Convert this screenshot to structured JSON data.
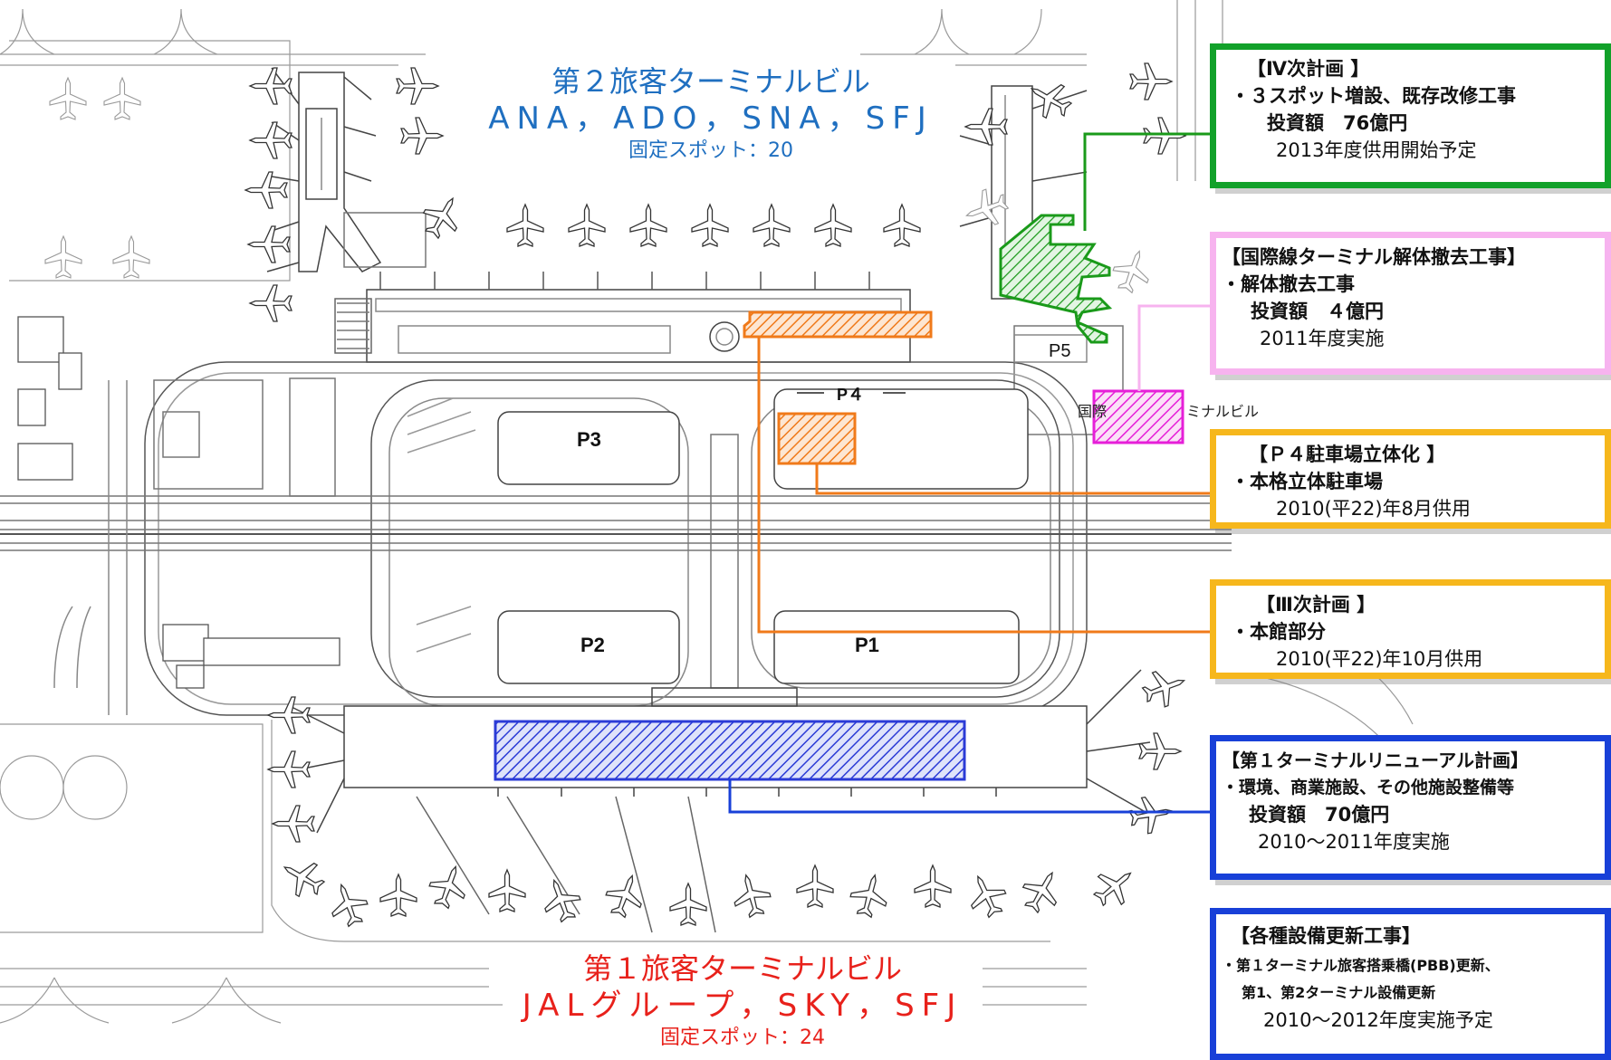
{
  "terminal2": {
    "name": "第２旅客ターミナルビル",
    "airlines": "ANA，ADO，SNA，SFJ",
    "spots": "固定スポット：20",
    "color": "#1f6fc0"
  },
  "terminal1": {
    "name": "第１旅客ターミナルビル",
    "airlines": "JALグループ，SKY，SFJ",
    "spots": "固定スポット：24",
    "color": "#e8211b"
  },
  "parking_labels": {
    "p1": "P1",
    "p2": "P2",
    "p3": "P3",
    "p4": "P４",
    "p5": "P5"
  },
  "map_labels": {
    "intl_left": "国際",
    "intl_right": "ミナルビル"
  },
  "callouts": {
    "phase4": {
      "title": "【Ⅳ次計画 】",
      "item": "・３スポット増設、既存改修工事",
      "investment": "投資額　76億円",
      "date": "2013年度供用開始予定",
      "color": "#12a12a"
    },
    "intl_demolition": {
      "title": "【国際線ターミナル解体撤去工事】",
      "item": "・解体撤去工事",
      "investment": "投資額　４億円",
      "date": "2011年度実施",
      "color": "#f7b3ef"
    },
    "p4_parking": {
      "title": "【Ｐ４駐車場立体化 】",
      "item": "・本格立体駐車場",
      "date": "2010(平22)年8月供用",
      "color": "#f6b71c"
    },
    "phase3": {
      "title": "【Ⅲ次計画 】",
      "item": "・本館部分",
      "date": "2010(平22)年10月供用",
      "color": "#f6b71c"
    },
    "t1_renewal": {
      "title": "【第１ターミナルリニューアル計画】",
      "item": "・環境、商業施設、その他施設整備等",
      "investment": "投資額　70億円",
      "date": "2010～2011年度実施",
      "color": "#1840d8"
    },
    "facility_update": {
      "title": "【各種設備更新工事】",
      "item": "・第１ターミナル旅客搭乗橋(PBB)更新、",
      "item2": "第1、第2ターミナル設備更新",
      "date": "2010～2012年度実施予定",
      "color": "#1840d8"
    }
  },
  "highlight_colors": {
    "green": "#1a9a1a",
    "orange": "#f07a1a",
    "magenta": "#e61fd8",
    "blue": "#2b3bd6"
  }
}
